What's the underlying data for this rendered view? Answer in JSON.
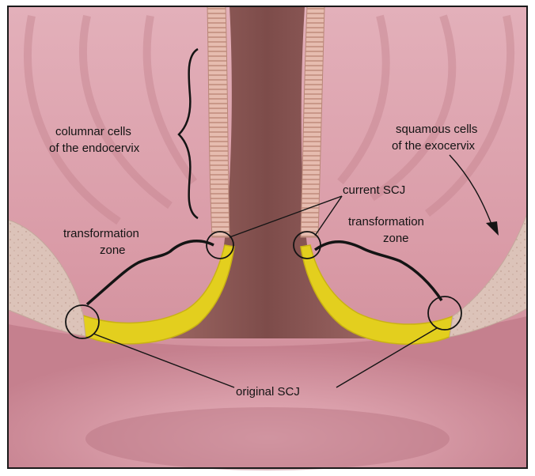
{
  "labels": {
    "columnar_line1": "columnar cells",
    "columnar_line2": "of the endocervix",
    "squamous_line1": "squamous cells",
    "squamous_line2": "of the exocervix",
    "current_scj": "current SCJ",
    "tz_left_line1": "transformation",
    "tz_left_line2": "zone",
    "tz_right_line1": "transformation",
    "tz_right_line2": "zone",
    "original_scj": "original SCJ"
  },
  "colors": {
    "tissue_pink": "#dca1ac",
    "tissue_dark": "#b57e89",
    "canal": "#8d5a57",
    "columnar_epithelium": "#e3b6aa",
    "transformation_zone": "#e3cf1e",
    "squamous_epithelium": "#dfc6bd",
    "annotation": "#141414"
  }
}
